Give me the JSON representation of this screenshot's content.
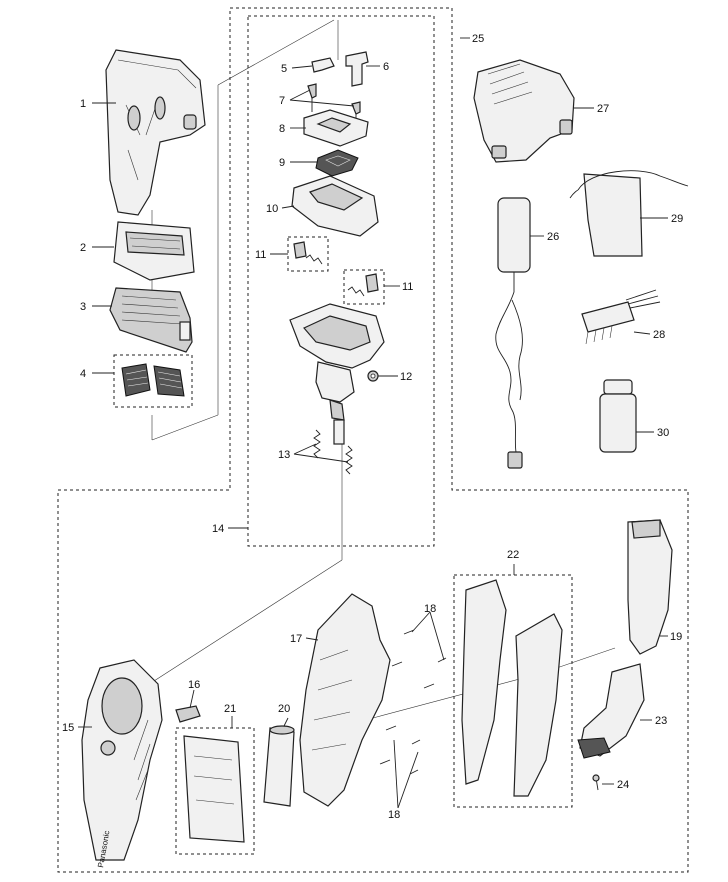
{
  "diagram": {
    "callouts": [
      {
        "id": "1",
        "text": "1"
      },
      {
        "id": "2",
        "text": "2"
      },
      {
        "id": "3",
        "text": "3"
      },
      {
        "id": "4",
        "text": "4"
      },
      {
        "id": "5",
        "text": "5"
      },
      {
        "id": "6",
        "text": "6"
      },
      {
        "id": "7",
        "text": "7"
      },
      {
        "id": "8",
        "text": "8"
      },
      {
        "id": "9",
        "text": "9"
      },
      {
        "id": "10",
        "text": "10"
      },
      {
        "id": "11a",
        "text": "11"
      },
      {
        "id": "11b",
        "text": "11"
      },
      {
        "id": "12",
        "text": "12"
      },
      {
        "id": "13",
        "text": "13"
      },
      {
        "id": "14",
        "text": "14"
      },
      {
        "id": "15",
        "text": "15"
      },
      {
        "id": "16",
        "text": "16"
      },
      {
        "id": "17",
        "text": "17"
      },
      {
        "id": "18a",
        "text": "18"
      },
      {
        "id": "18b",
        "text": "18"
      },
      {
        "id": "19",
        "text": "19"
      },
      {
        "id": "20",
        "text": "20"
      },
      {
        "id": "21",
        "text": "21"
      },
      {
        "id": "22",
        "text": "22"
      },
      {
        "id": "23",
        "text": "23"
      },
      {
        "id": "24",
        "text": "24"
      },
      {
        "id": "25",
        "text": "25"
      },
      {
        "id": "26",
        "text": "26"
      },
      {
        "id": "27",
        "text": "27"
      },
      {
        "id": "28",
        "text": "28"
      },
      {
        "id": "29",
        "text": "29"
      },
      {
        "id": "30",
        "text": "30"
      }
    ],
    "brand_text": "Panasonic"
  }
}
